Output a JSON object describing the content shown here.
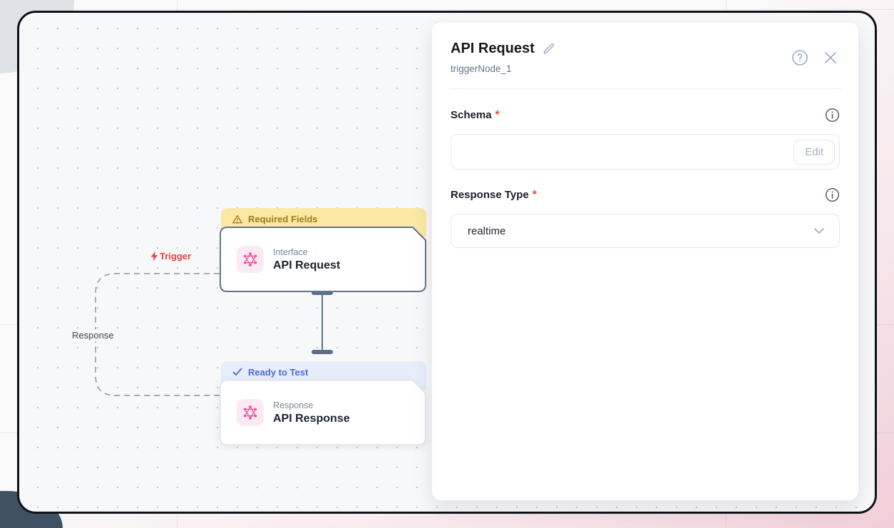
{
  "colors": {
    "accent_pink": "#ec4899",
    "trigger_red": "#f03e3e",
    "warning_banner_bg": "#fbe8a3",
    "warning_banner_text": "#9c7c18",
    "ready_banner_bg": "#e7edfb",
    "ready_banner_text": "#4a6cd4",
    "node_border_selected": "#64748b",
    "canvas_bg": "#f7f8fa",
    "outer_pink": "#f1ced9"
  },
  "canvas": {
    "trigger_label": "Trigger",
    "response_label": "Response",
    "nodes": [
      {
        "banner_label": "Required Fields",
        "category": "Interface",
        "title": "API Request"
      },
      {
        "banner_label": "Ready to Test",
        "category": "Response",
        "title": "API Response"
      }
    ]
  },
  "panel": {
    "title": "API Request",
    "subtitle": "triggerNode_1",
    "fields": [
      {
        "label": "Schema",
        "required_mark": "*",
        "value": "",
        "button_label": "Edit"
      },
      {
        "label": "Response Type",
        "required_mark": "*",
        "value": "realtime"
      }
    ]
  }
}
